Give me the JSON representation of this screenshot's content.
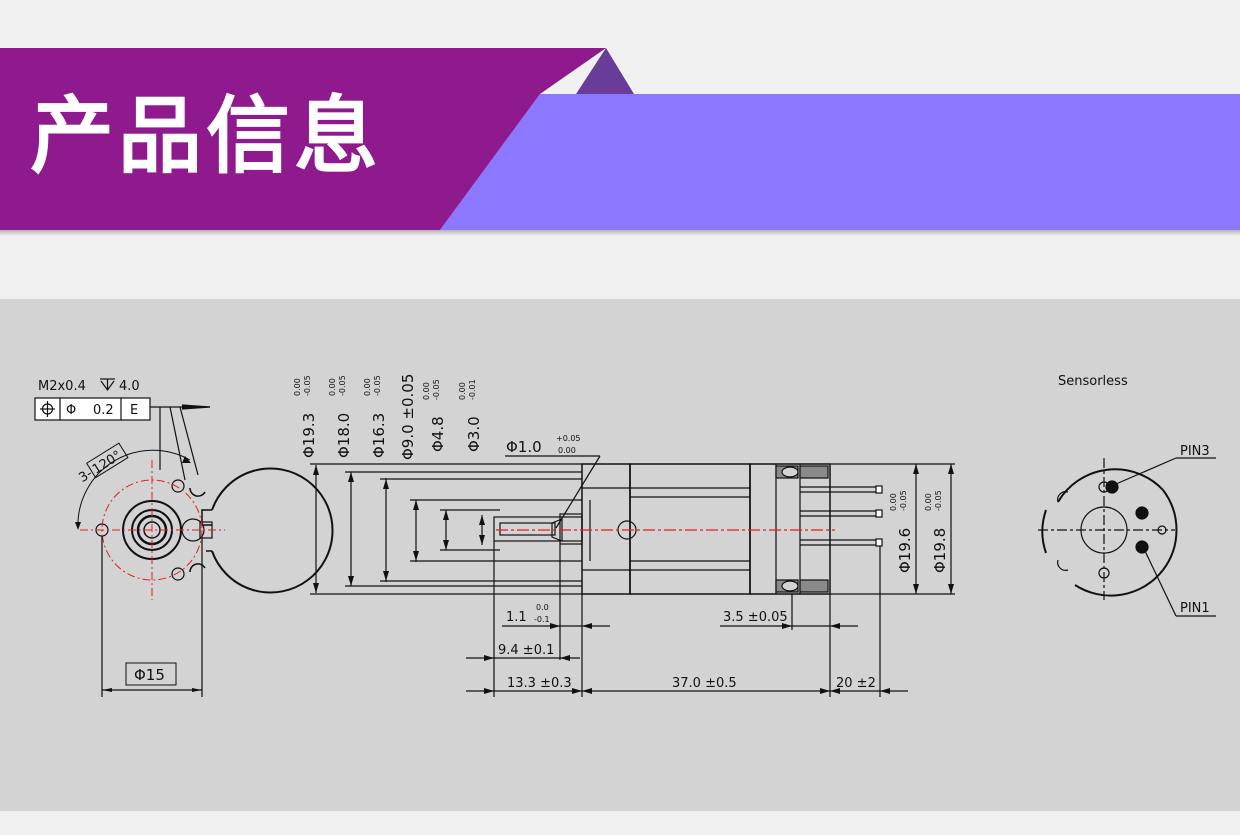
{
  "header": {
    "title": "产品信息",
    "colors": {
      "purple": "#8e1a8e",
      "lavender": "#8b78fe",
      "dark_triangle": "#6a3c9a"
    }
  },
  "front_view": {
    "thread_callout": "M2x0.4",
    "depth_value": "4.0",
    "tolerance_frame": {
      "symbol": "position-icon",
      "diameter": "Φ",
      "value": "0.2",
      "datum": "E"
    },
    "angle_prefix": "3-",
    "angle_value": "120°",
    "diameter_label": "Φ15"
  },
  "side_view": {
    "left_diameters": [
      {
        "label": "Φ19.3",
        "tol_upper": "0.00",
        "tol_lower": "-0.05"
      },
      {
        "label": "Φ18.0",
        "tol_upper": "0.00",
        "tol_lower": "-0.05"
      },
      {
        "label": "Φ16.3",
        "tol_upper": "0.00",
        "tol_lower": "-0.05"
      },
      {
        "label": "Φ9.0 ±0.05",
        "tol_upper": "",
        "tol_lower": ""
      },
      {
        "label": "Φ4.8",
        "tol_upper": "0.00",
        "tol_lower": "-0.05"
      },
      {
        "label": "Φ3.0",
        "tol_upper": "0.00",
        "tol_lower": "-0.01"
      }
    ],
    "shaft_diameter": {
      "label": "Φ1.0",
      "tol_upper": "+0.05",
      "tol_lower": "0.00"
    },
    "right_diameters": [
      {
        "label": "Φ19.6",
        "tol_upper": "0.00",
        "tol_lower": "-0.05"
      },
      {
        "label": "Φ19.8",
        "tol_upper": "0.00",
        "tol_lower": "-0.05"
      }
    ],
    "lengths": {
      "boss": {
        "label": "1.1",
        "tol_upper": "0.0",
        "tol_lower": "-0.1"
      },
      "l94": "9.4 ±0.1",
      "l133": "13.3 ±0.3",
      "l37": "37.0 ±0.5",
      "l20": "20 ±2",
      "l35": "3.5 ±0.05"
    }
  },
  "rear_view": {
    "type_label": "Sensorless",
    "pin3": "PIN3",
    "pin1": "PIN1"
  }
}
